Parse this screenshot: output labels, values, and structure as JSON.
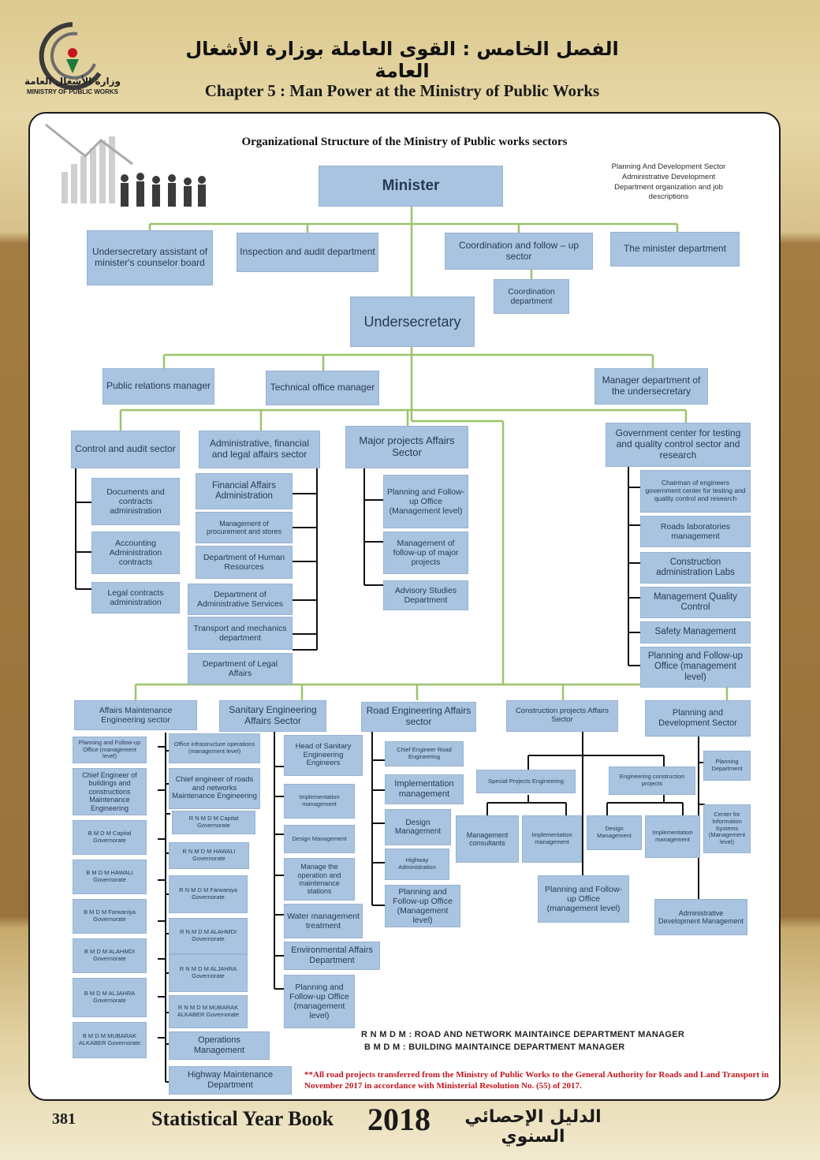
{
  "logo": {
    "arabic": "وزارة الأشغال العامة",
    "english": "MINISTRY OF PUBLIC WORKS"
  },
  "header": {
    "arabic": "الفصل الخامس : القوى العاملة بوزارة الأشغال العامة",
    "english": "Chapter 5 : Man Power at the Ministry of Public Works"
  },
  "org": {
    "title": "Organizational Structure of the Ministry of Public works sectors",
    "top_note": "Planning And Development Sector Administrative Development Department organization and job descriptions",
    "minister": "Minister",
    "level1": [
      "Undersecretary assistant of minister's counselor board",
      "Inspection and audit department",
      "Coordination and follow – up sector",
      "The minister department"
    ],
    "coordination_dept": "Coordination department",
    "undersecretary": "Undersecretary",
    "level2": [
      "Public relations manager",
      "Technical office manager",
      "Manager department of the undersecretary"
    ],
    "sectors": [
      "Control and audit sector",
      "Administrative, financial and legal affairs sector",
      "Major projects Affairs Sector",
      "Government center for testing and quality control sector and research"
    ],
    "control_children": [
      "Documents and contracts administration",
      "Accounting Administration contracts",
      "Legal contracts administration"
    ],
    "admin_children": [
      "Financial Affairs Administration",
      "Management of procurement and stores",
      "Department of Human Resources",
      "Department of Administrative Services",
      "Transport and mechanics department",
      "Department of Legal Affairs"
    ],
    "major_children": [
      "Planning and Follow-up Office (Management level)",
      "Management of follow-up of major projects",
      "Advisory Studies Department"
    ],
    "gov_children": [
      "Chairman of engineers government center for testing and quality control and research",
      "Roads laboratories management",
      "Construction administration Labs",
      "Management Quality Control",
      "Safety Management",
      "Planning and Follow-up Office (management level)"
    ],
    "lower_sectors": [
      "Affairs Maintenance Engineering sector",
      "Sanitary Engineering Affairs Sector",
      "Road Engineering Affairs sector",
      "Construction projects Affairs Sector",
      "Planning and Development Sector"
    ],
    "maint_left": [
      "Planning and Follow-up Office (management level)",
      "Chief Engineer of buildings and constructions Maintenance Engineering",
      "B M D M Capital Governorate",
      "B M D M HAWALI Governorate",
      "B M D M Farwaniya Governorate",
      "B M D M ALAHMDI Governorate",
      "B M D M ALJAHRA Governorate",
      "B M D M MUBARAK ALKABER Governorate"
    ],
    "maint_right": [
      "Office infrastructure operations (management level)",
      "Chief engineer of roads and networks Maintenance Engineering",
      "R N M D M Capital Governorate",
      "R N M D M HAWALI Governorate",
      "R N M D M Farwaniya Governorate",
      "R N M D M ALAHMDI Governorate",
      "R N M D M ALJAHRA Governorate",
      "R N M D M MUBARAK ALKABER Governorate",
      "Operations Management",
      "Highway Maintenance Department"
    ],
    "sanitary_children": [
      "Head of Sanitary Engineering Engineers",
      "Implementation management",
      "Design Management",
      "Manage the operation and maintenance stations",
      "Water management treatment",
      "Environmental Affairs Department",
      "Planning and Follow-up Office (management level)"
    ],
    "road_children": [
      "Chief Engineer Road Engineering",
      "Implementation management",
      "Design Management",
      "Highway Administration",
      "Planning and Follow-up Office (Management level)"
    ],
    "construction": {
      "special": "Special Projects Engineering",
      "engconst": "Engineering construction projects",
      "special_children": [
        "Management consultants",
        "Implementation management"
      ],
      "engconst_children": [
        "Design Management",
        "Implementation management"
      ],
      "planning": "Planning and Follow-up Office (management level)"
    },
    "planning_children": [
      "Planning Department",
      "Center for Information Systems (Management level)",
      "Administrative Development Management"
    ],
    "legend": [
      "R N M D M : ROAD AND NETWORK MAINTAINCE DEPARTMENT MANAGER",
      "B M D M : BUILDING MAINTAINCE DEPARTMENT MANAGER"
    ],
    "footnote": "**All road projects transferred from the Ministry of Public Works to the General Authority for Roads and Land Transport in November 2017 in accordance with Ministerial Resolution No. (55) of 2017."
  },
  "footer": {
    "page": "381",
    "title": "Statistical Year Book",
    "year": "2018",
    "arabic": "الدليل الإحصائي السنوي"
  },
  "colors": {
    "box": "#a9c4e0",
    "box_text": "#263a55",
    "line_green": "#9cc36b",
    "line_black": "#111111",
    "footnote": "#c0161d"
  }
}
